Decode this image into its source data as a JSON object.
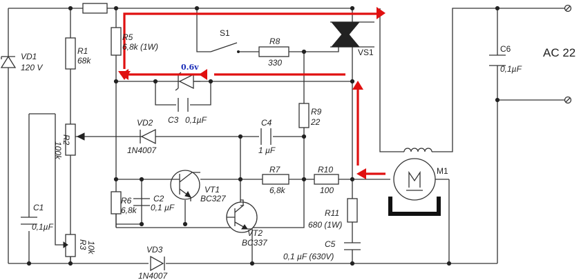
{
  "labels": {
    "vd1": "VD1",
    "vd1_val": "120 V",
    "r1": "R1",
    "r1_val": "68k",
    "r5": "R5",
    "r5_val": "6,8k (1W)",
    "s1": "S1",
    "r8": "R8",
    "r8_val": "330",
    "vs1": "VS1",
    "c6": "C6",
    "c6_val": "0,1µF",
    "ac": "AC 22",
    "vdrop": "0.6v",
    "c3": "C3",
    "c3_val": "0,1µF",
    "vd2": "VD2",
    "vd2_val": "1N4007",
    "c4": "C4",
    "c4_val": "1 µF",
    "r9": "R9",
    "r9_val": "22",
    "r2": "R2",
    "r2_val": "100k",
    "r6": "R6",
    "r6_val": "6,8k",
    "c2": "C2",
    "c2_val": "0,1 µF",
    "vt1": "VT1",
    "vt1_val": "BC327",
    "r7": "R7",
    "r7_val": "6,8k",
    "r10": "R10",
    "r10_val": "100",
    "m1": "M1",
    "c1": "C1",
    "c1_val": "0,1µF",
    "r3": "R3",
    "r3_val": "10k",
    "vt2": "VT2",
    "vt2_val": "BC337",
    "r11": "R11",
    "r11_val": "680 (1W)",
    "c5": "C5",
    "c5_val": "0,1 µF (630V)",
    "vd3": "VD3",
    "vd3_val": "1N4007"
  },
  "colors": {
    "wire": "#333333",
    "highlight": "#e01010",
    "voltage_label": "#1a2db8"
  }
}
